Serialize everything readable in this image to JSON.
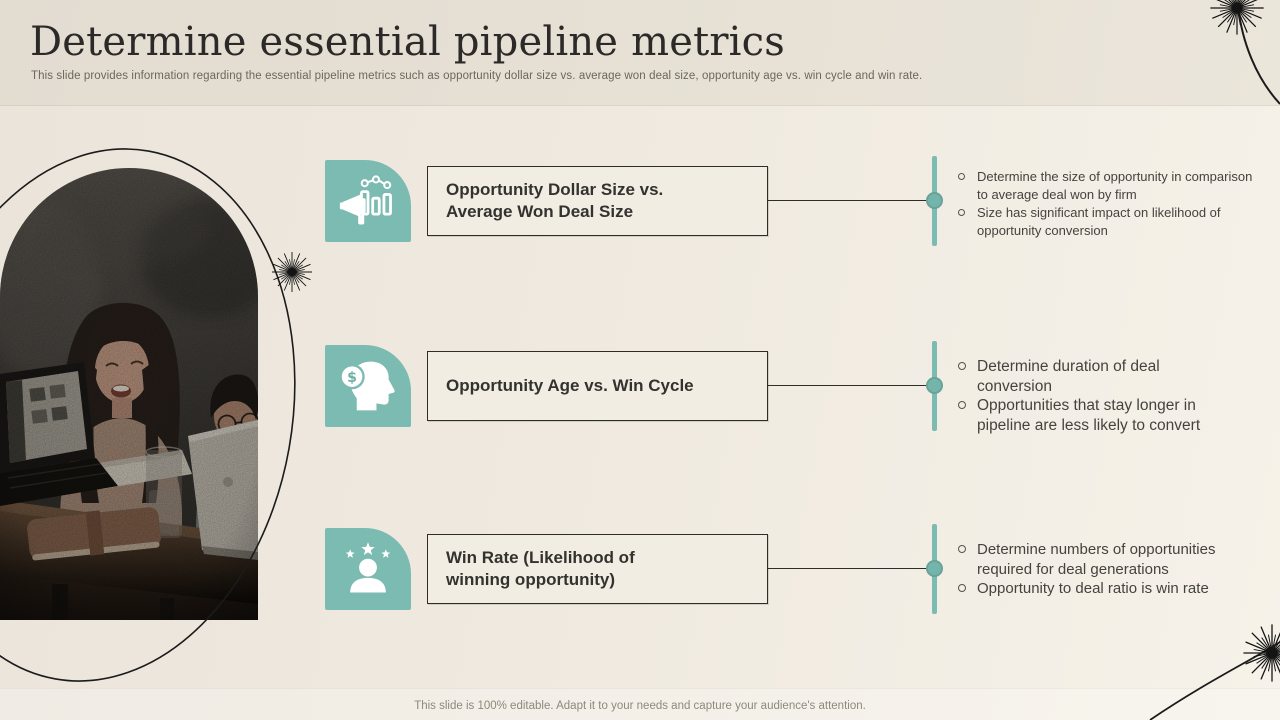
{
  "header": {
    "title": "Determine essential pipeline metrics",
    "subtitle": "This slide provides information regarding the essential pipeline metrics such as opportunity dollar size vs. average won deal size, opportunity age vs. win cycle and win rate."
  },
  "metrics": [
    {
      "icon": "megaphone-analytics-icon",
      "title": "Opportunity Dollar Size vs. Average Won Deal Size",
      "bullets": [
        "Determine the size of opportunity in comparison to average deal won by firm",
        "Size has significant impact on likelihood of opportunity conversion"
      ]
    },
    {
      "icon": "head-dollar-icon",
      "title": "Opportunity Age vs. Win Cycle",
      "bullets": [
        "Determine duration of deal conversion",
        "Opportunities that stay longer in pipeline are less likely to convert"
      ]
    },
    {
      "icon": "person-stars-icon",
      "title": "Win Rate (Likelihood of winning opportunity)",
      "bullets": [
        "Determine numbers of opportunities required for deal generations",
        "Opportunity to deal ratio is win rate"
      ]
    }
  ],
  "footer": {
    "note": "This slide is 100% editable. Adapt it to your needs and capture your audience's attention."
  },
  "colors": {
    "accent_teal": "#7BBBB2",
    "background": "#EFE9DF",
    "box_fill": "#F2EDE3",
    "line_dark": "#2E2D2A",
    "text_dark": "#33322F",
    "text_muted": "#6B675E",
    "footer_gray": "#8D897C"
  }
}
